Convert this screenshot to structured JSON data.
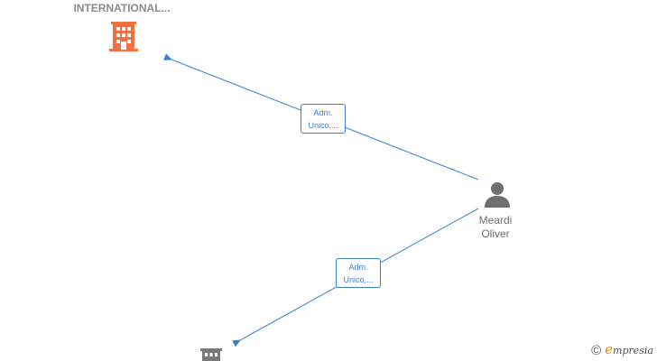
{
  "nodes": {
    "company_top": {
      "label": "INTERNATIONAL...",
      "icon": "building-icon",
      "color": "#f26f3f"
    },
    "company_bottom": {
      "label": "",
      "icon": "building-icon",
      "color": "#7a7a7a"
    },
    "person": {
      "first_name": "Meardi",
      "last_name": "Oliver",
      "icon": "person-icon",
      "color": "#6f6f6f"
    }
  },
  "edges": [
    {
      "from": "person",
      "to": "company_top",
      "label_line1": "Adm.",
      "label_line2": "Unico,..."
    },
    {
      "from": "person",
      "to": "company_bottom",
      "label_line1": "Adm.",
      "label_line2": "Unico,..."
    }
  ],
  "colors": {
    "edge": "#3b7fd4",
    "brand_accent": "#e0871b"
  },
  "footer": {
    "copyright_symbol": "©",
    "brand_initial": "e",
    "brand_rest": "mpresia"
  }
}
